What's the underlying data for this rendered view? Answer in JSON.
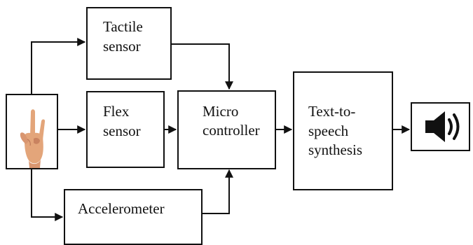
{
  "blocks": {
    "tactile_sensor": {
      "line1": "Tactile",
      "line2": "sensor"
    },
    "flex_sensor": {
      "line1": "Flex",
      "line2": "sensor"
    },
    "accelerometer": {
      "label": "Accelerometer"
    },
    "microcontroller": {
      "line1": "Micro",
      "line2": "controller"
    },
    "tts": {
      "line1": "Text-to-",
      "line2": "speech",
      "line3": "synthesis"
    }
  },
  "icons": {
    "input": "hand-gesture-icon",
    "output": "speaker-icon"
  },
  "colors": {
    "stroke": "#111111",
    "skin": "#e3a57a",
    "skin_shadow": "#c98360"
  }
}
